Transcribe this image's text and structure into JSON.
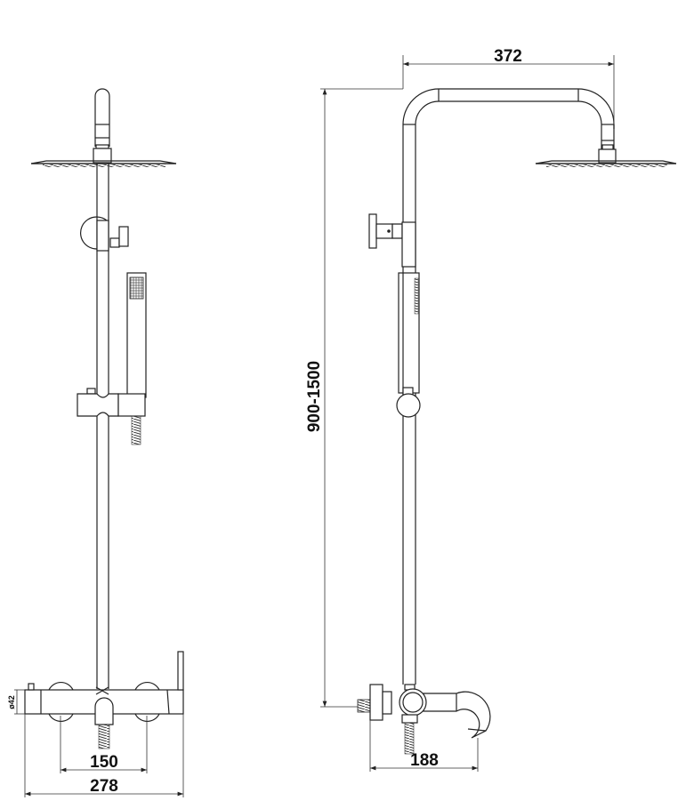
{
  "title": "Shower column technical drawing",
  "front_view": {
    "dim_knob_spacing": "150",
    "dim_overall_width": "278",
    "dim_body_diameter": "ø42"
  },
  "side_view": {
    "dim_arm_reach": "372",
    "dim_height_range": "900-1500",
    "dim_spout_projection": "188"
  },
  "colors": {
    "line": "#222222",
    "background": "#ffffff"
  }
}
